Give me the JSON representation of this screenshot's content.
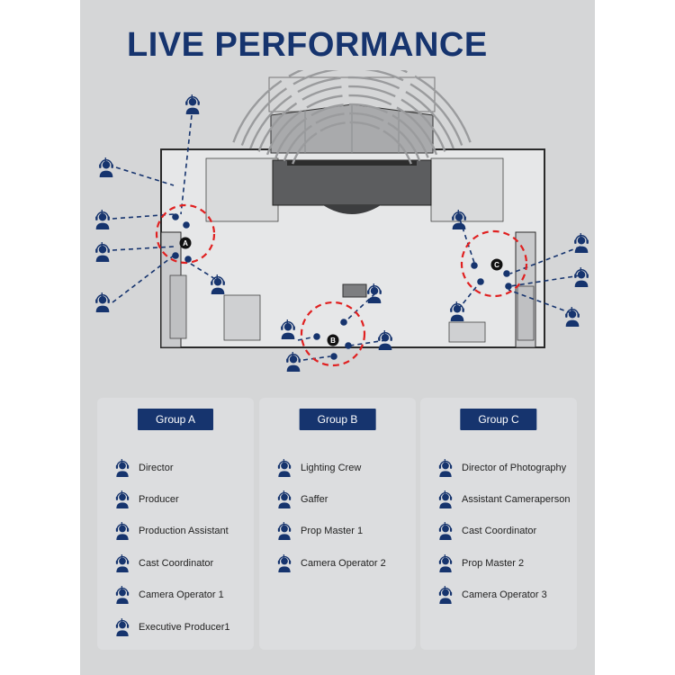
{
  "title": "LIVE PERFORMANCE",
  "colors": {
    "brand": "#16346e",
    "zone_outline": "#e02020",
    "background": "#d5d6d7"
  },
  "plan": {
    "zones": [
      {
        "marker": "A",
        "color": "#e02020"
      },
      {
        "marker": "B",
        "color": "#e02020"
      },
      {
        "marker": "C",
        "color": "#e02020"
      }
    ],
    "icon": "headset-crew-icon"
  },
  "groups": [
    {
      "label": "Group A",
      "members": [
        "Director",
        "Producer",
        "Production Assistant",
        "Cast Coordinator",
        "Camera Operator 1",
        "Executive Producer1"
      ]
    },
    {
      "label": "Group B",
      "members": [
        "Lighting Crew",
        "Gaffer",
        "Prop Master 1",
        "Camera Operator 2"
      ]
    },
    {
      "label": "Group C",
      "members": [
        "Director of Photography",
        "Assistant Cameraperson",
        "Cast Coordinator",
        "Prop Master 2",
        "Camera Operator 3"
      ]
    }
  ]
}
